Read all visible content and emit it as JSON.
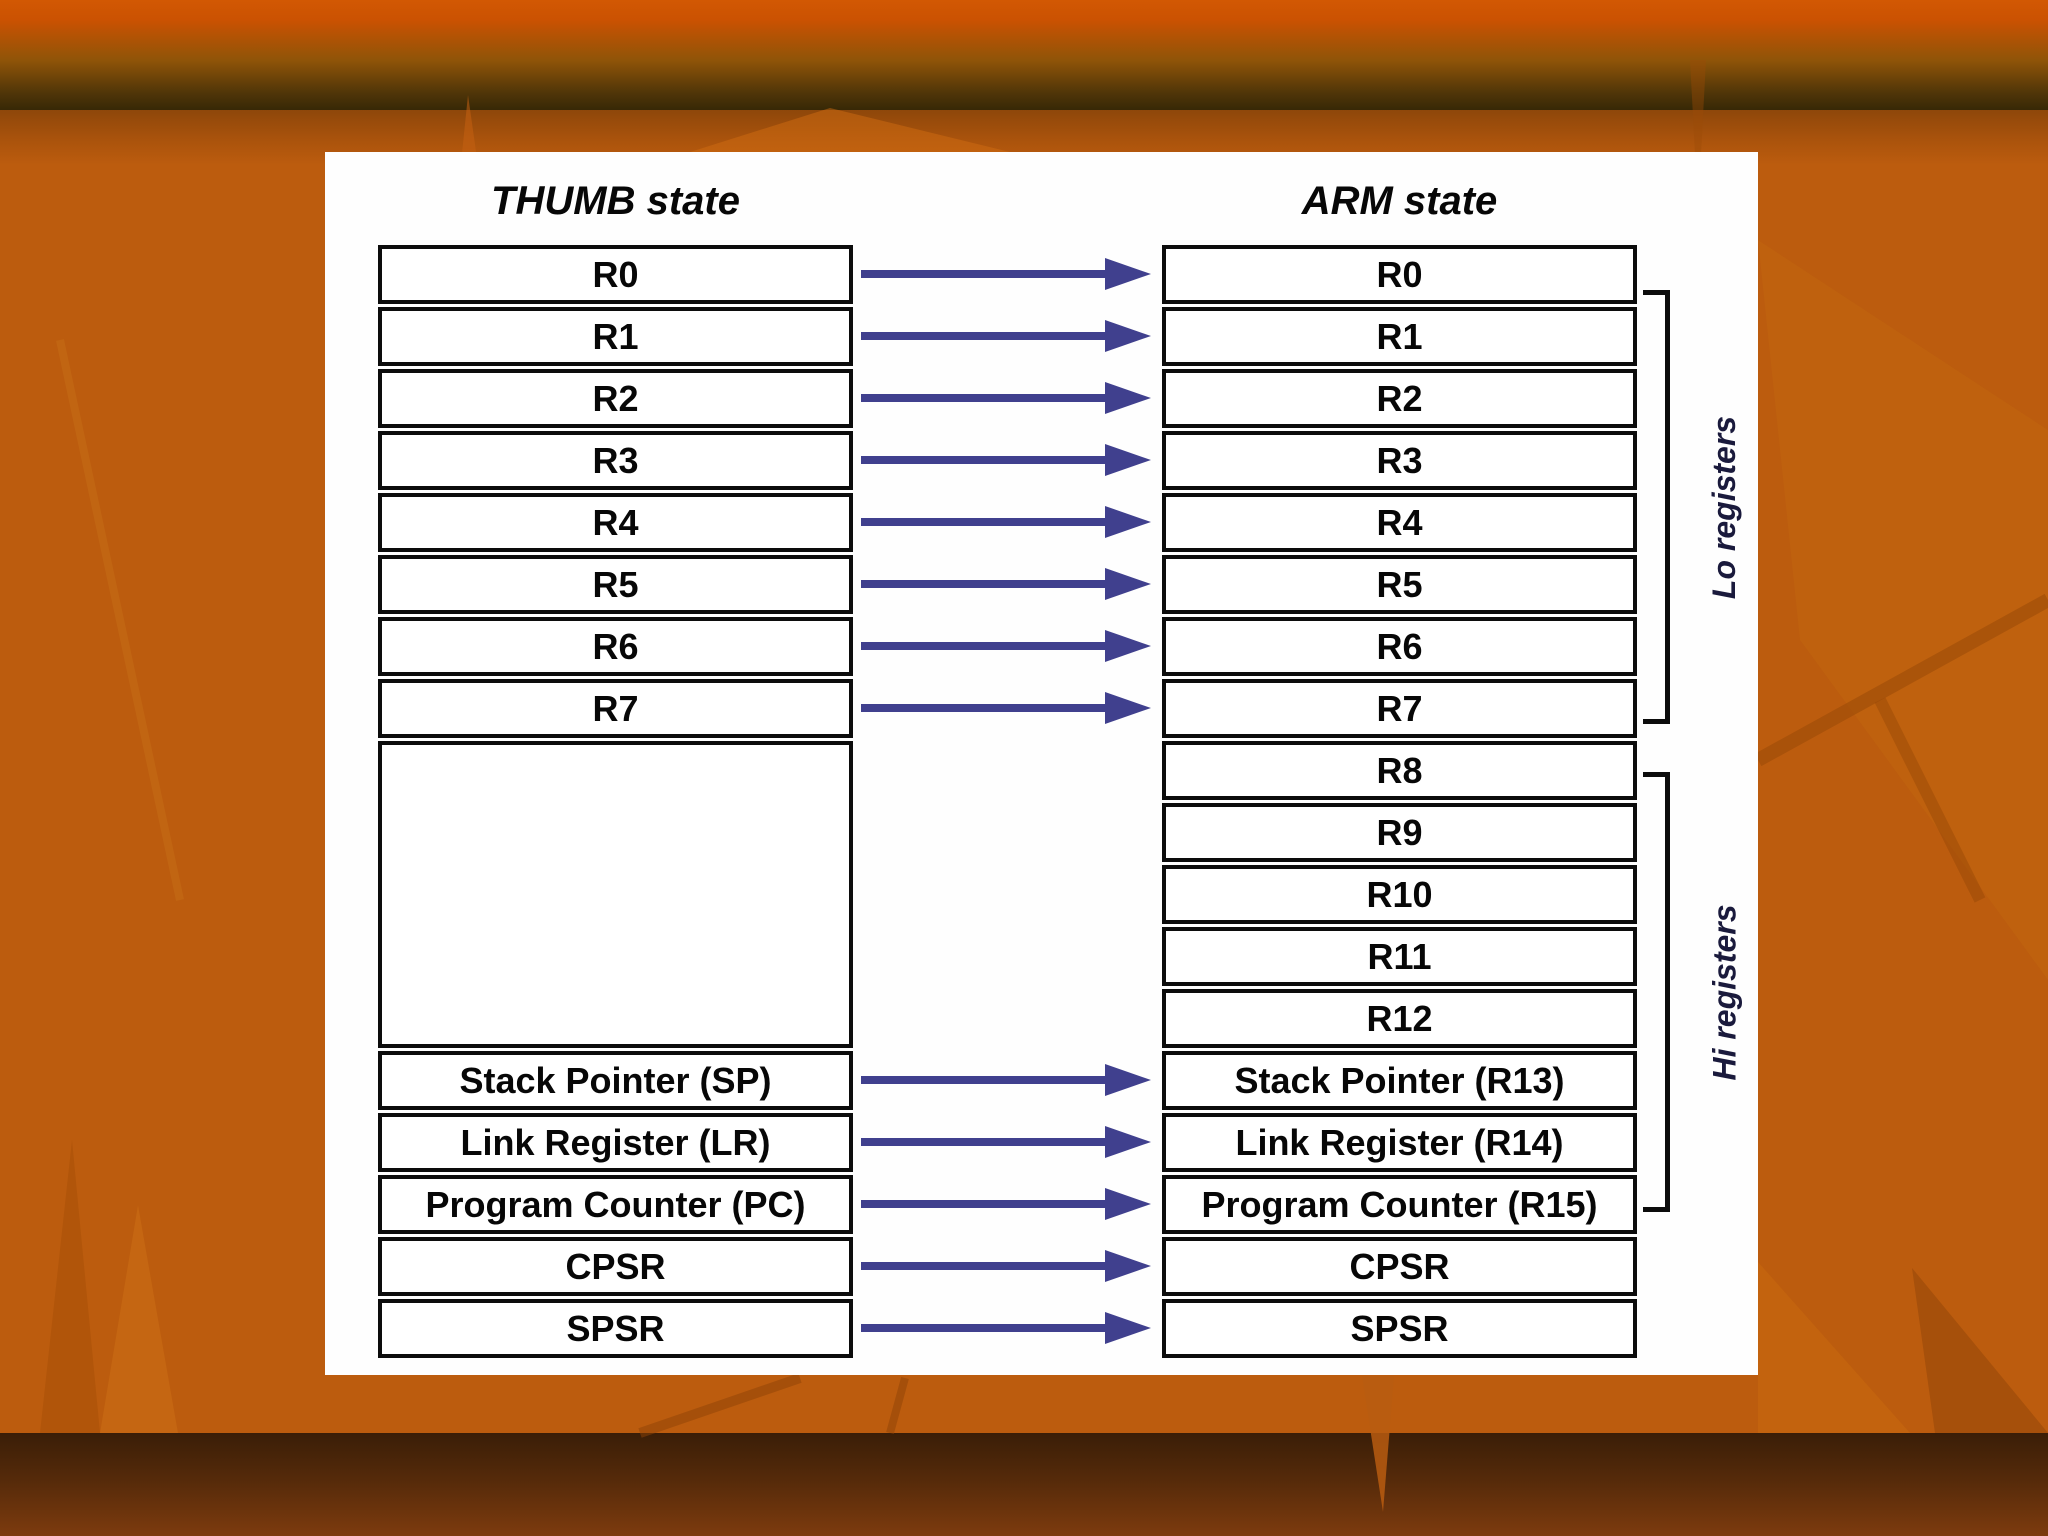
{
  "slide": {
    "thumb": {
      "header": "THUMB state",
      "upper_rows": [
        "R0",
        "R1",
        "R2",
        "R3",
        "R4",
        "R5",
        "R6",
        "R7"
      ],
      "lower_rows": [
        "Stack Pointer (SP)",
        "Link Register (LR)",
        "Program Counter (PC)",
        "CPSR",
        "SPSR"
      ]
    },
    "arm": {
      "header": "ARM state",
      "rows": [
        "R0",
        "R1",
        "R2",
        "R3",
        "R4",
        "R5",
        "R6",
        "R7",
        "R8",
        "R9",
        "R10",
        "R11",
        "R12",
        "Stack Pointer (R13)",
        "Link Register (R14)",
        "Program Counter (R15)",
        "CPSR",
        "SPSR"
      ]
    },
    "bracket_labels": {
      "lo": "Lo registers",
      "hi": "Hi registers"
    },
    "colors": {
      "page_bg": "#bc5c0e",
      "panel_bg": "#fefefe",
      "line": "#0c0c0c",
      "arrow": "#40408e",
      "text": "#070707",
      "bracket_label_text": "#1a1a3c"
    }
  }
}
